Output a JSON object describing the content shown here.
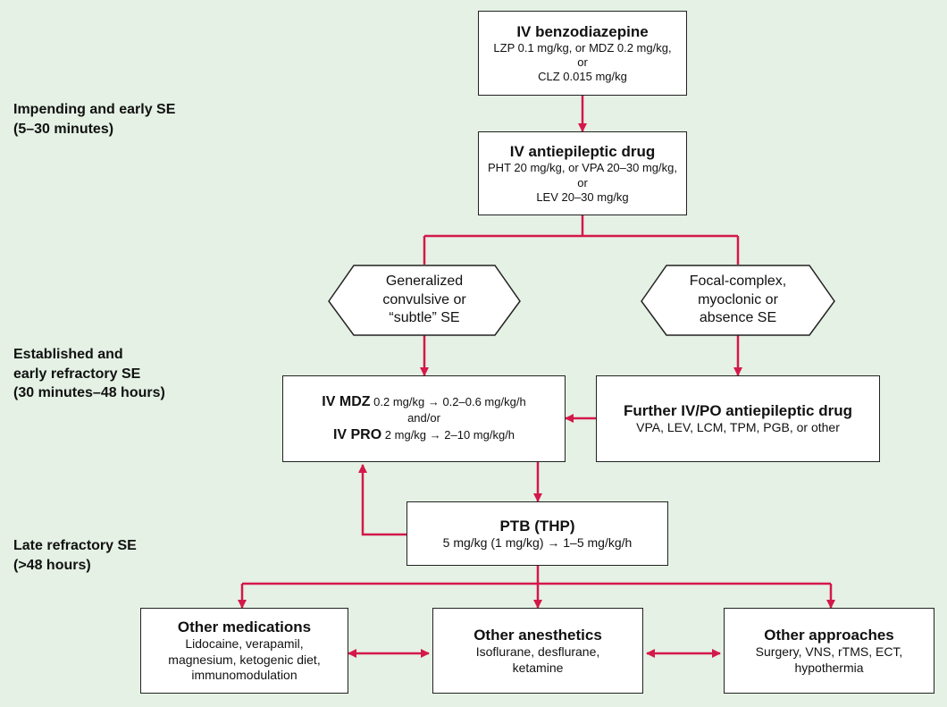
{
  "stages": {
    "early": [
      "Impending and early SE",
      "(5–30 minutes)"
    ],
    "established": [
      "Established and",
      "early refractory SE",
      "(30 minutes–48 hours)"
    ],
    "late": [
      "Late refractory SE",
      "(>48 hours)"
    ]
  },
  "boxes": {
    "benzo": {
      "title": "IV benzodiazepine",
      "lines": [
        "LZP 0.1 mg/kg, or MDZ 0.2 mg/kg,",
        "or",
        "CLZ 0.015 mg/kg"
      ]
    },
    "aed": {
      "title": "IV antiepileptic drug",
      "lines": [
        "PHT 20 mg/kg, or VPA 20–30 mg/kg,",
        "or",
        "LEV 20–30 mg/kg"
      ]
    },
    "mdz_pro": {
      "mdz_label": "IV MDZ",
      "mdz_dose": "0.2 mg/kg → 0.2–0.6 mg/kg/h",
      "andor": "and/or",
      "pro_label": "IV PRO",
      "pro_dose": "2 mg/kg → 2–10 mg/kg/h"
    },
    "further": {
      "title": "Further IV/PO antiepileptic drug",
      "lines": [
        "VPA, LEV, LCM, TPM, PGB, or other"
      ]
    },
    "ptb": {
      "title": "PTB (THP)",
      "lines": [
        "5 mg/kg (1 mg/kg) → 1–5 mg/kg/h"
      ]
    },
    "other_meds": {
      "title": "Other medications",
      "lines": [
        "Lidocaine, verapamil,",
        "magnesium, ketogenic diet,",
        "immunomodulation"
      ]
    },
    "other_anesthetics": {
      "title": "Other anesthetics",
      "lines": [
        "Isoflurane, desflurane,",
        "ketamine"
      ]
    },
    "other_approaches": {
      "title": "Other approaches",
      "lines": [
        "Surgery, VNS, rTMS, ECT,",
        "hypothermia"
      ]
    }
  },
  "hexagons": {
    "generalized": [
      "Generalized",
      "convulsive or",
      "“subtle” SE"
    ],
    "focal": [
      "Focal-complex,",
      "myoclonic or",
      "absence SE"
    ]
  },
  "colors": {
    "background": "#e4f1e4",
    "arrow": "#d4184a",
    "border": "#222222"
  }
}
